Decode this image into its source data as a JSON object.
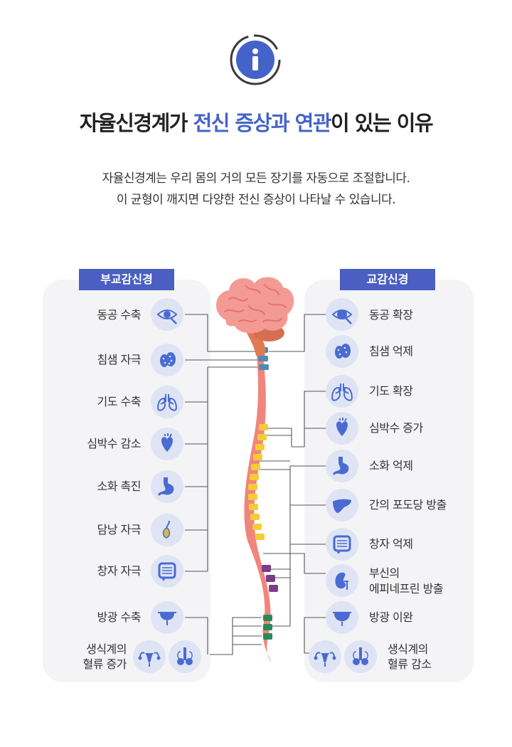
{
  "header": {
    "title_part1": "자율신경계가 ",
    "title_highlight": "전신 증상과 연관",
    "title_part2": "이 있는 이유",
    "desc_line1": "자율신경계는 우리 몸의 거의 모든 장기를 자동으로 조절합니다.",
    "desc_line2": "이 균형이 깨지면 다양한 전신 증상이 나타날 수 있습니다."
  },
  "colors": {
    "accent": "#4463c9",
    "tag_bg": "#4a5fc1",
    "panel_bg": "#f4f4f6",
    "icon_bg": "#dfe4f4",
    "icon_fg": "#4a6bd1",
    "spine": "#f0857c",
    "segment_blue": "#4c8bb5",
    "segment_yellow": "#f5cc35",
    "segment_purple": "#7b3c8a",
    "segment_green": "#2b8a5a",
    "brain": "#f49a95"
  },
  "parasympathetic": {
    "title": "부교감신경",
    "items": [
      {
        "label": "동공 수축",
        "icon": "eye-icon"
      },
      {
        "label": "침샘 자극",
        "icon": "salivary-gland-icon"
      },
      {
        "label": "기도 수축",
        "icon": "lungs-icon"
      },
      {
        "label": "심박수 감소",
        "icon": "heart-icon"
      },
      {
        "label": "소화 촉진",
        "icon": "stomach-icon"
      },
      {
        "label": "담낭 자극",
        "icon": "gallbladder-icon"
      },
      {
        "label": "창자 자극",
        "icon": "intestine-icon"
      },
      {
        "label": "방광 수축",
        "icon": "bladder-icon"
      },
      {
        "label_line1": "생식계의",
        "label_line2": "혈류 증가",
        "icon": "reproductive-icon"
      }
    ]
  },
  "sympathetic": {
    "title": "교감신경",
    "items": [
      {
        "label": "동공 확장",
        "icon": "eye-icon"
      },
      {
        "label": "침샘 억제",
        "icon": "salivary-gland-icon"
      },
      {
        "label": "기도 확장",
        "icon": "lungs-icon"
      },
      {
        "label": "심박수 증가",
        "icon": "heart-icon"
      },
      {
        "label": "소화 억제",
        "icon": "stomach-icon"
      },
      {
        "label": "간의 포도당 방출",
        "icon": "liver-icon"
      },
      {
        "label": "창자 억제",
        "icon": "intestine-icon"
      },
      {
        "label_line1": "부신의",
        "label_line2": "에피네프린 방출",
        "icon": "kidney-icon"
      },
      {
        "label": "방광 이완",
        "icon": "bladder-icon"
      },
      {
        "label_line1": "생식계의",
        "label_line2": "혈류 감소",
        "icon": "reproductive-icon"
      }
    ]
  }
}
